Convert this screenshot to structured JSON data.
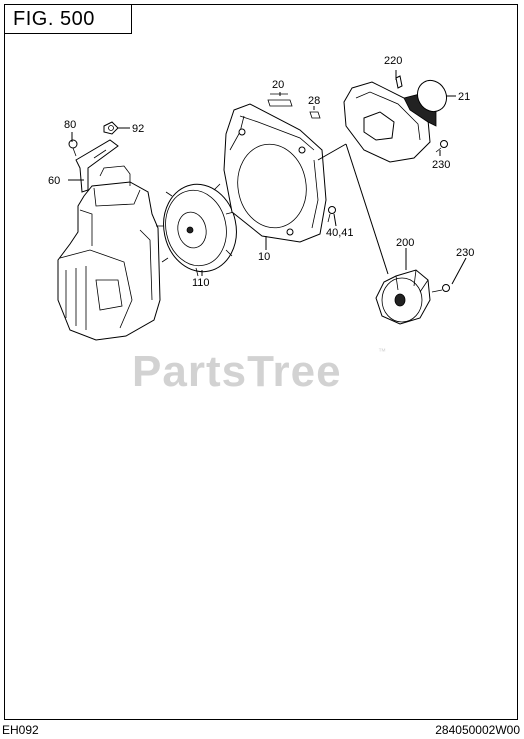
{
  "header": {
    "figure_label": "FIG.  500"
  },
  "footer": {
    "model_code": "EH092",
    "drawing_number": "284050002W00"
  },
  "watermark": {
    "text": "PartsTree",
    "trademark": "™"
  },
  "callouts": [
    {
      "id": "c-220",
      "text": "220"
    },
    {
      "id": "c-21",
      "text": "21"
    },
    {
      "id": "c-20",
      "text": "20"
    },
    {
      "id": "c-28",
      "text": "28"
    },
    {
      "id": "c-80",
      "text": "80"
    },
    {
      "id": "c-92",
      "text": "92"
    },
    {
      "id": "c-60",
      "text": "60"
    },
    {
      "id": "c-230a",
      "text": "230"
    },
    {
      "id": "c-40-41",
      "text": "40,41"
    },
    {
      "id": "c-10",
      "text": "10"
    },
    {
      "id": "c-110",
      "text": "110"
    },
    {
      "id": "c-200",
      "text": "200"
    },
    {
      "id": "c-230b",
      "text": "230"
    }
  ]
}
